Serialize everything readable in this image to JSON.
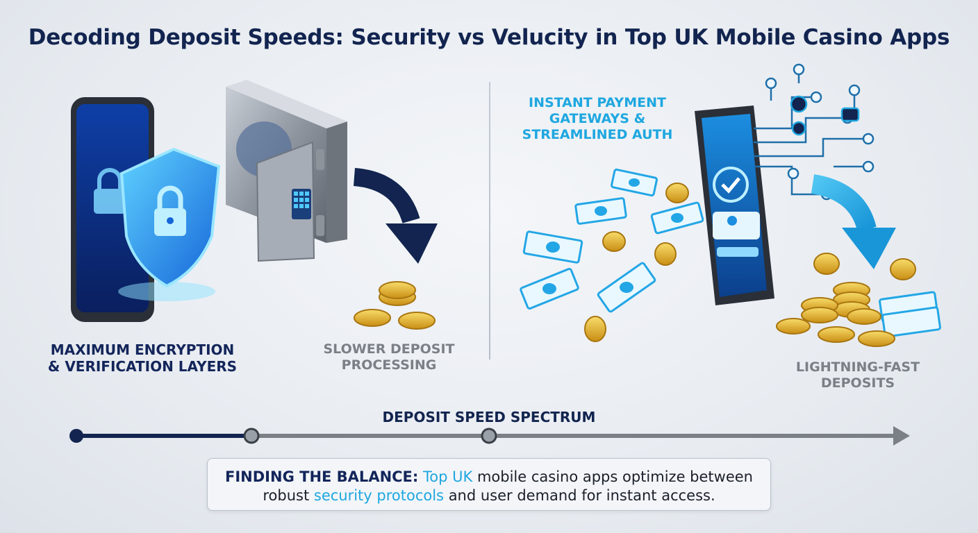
{
  "title": "Decoding Deposit Speeds: Security vs Velucity in Top UK Mobile Casino Apps",
  "left": {
    "label_line1": "MAXIMUM ENCRYPTION",
    "label_line2": "& VERIFICATION LAYERS",
    "slow_line1": "SLOWER DEPOSIT",
    "slow_line2": "PROCESSING"
  },
  "right": {
    "instant_line1": "INSTANT PAYMENT",
    "instant_line2": "GATEWAYS &",
    "instant_line3": "STREAMLINED AUTH",
    "fast_line1": "LIGHTNING-FAST",
    "fast_line2": "DEPOSITS"
  },
  "spectrum": {
    "title": "DEPOSIT SPEED SPECTRUM"
  },
  "balance": {
    "lead": "FINDING THE BALANCE:",
    "accent1": "Top UK",
    "text1": "mobile casino apps optimize between",
    "text2": "robust",
    "accent2": "security protocols",
    "text3": "and user demand for instant access."
  },
  "colors": {
    "navy": "#12244f",
    "cyan": "#1ea7e0",
    "gray": "#7b7f86",
    "gold": "#e2b32a"
  }
}
